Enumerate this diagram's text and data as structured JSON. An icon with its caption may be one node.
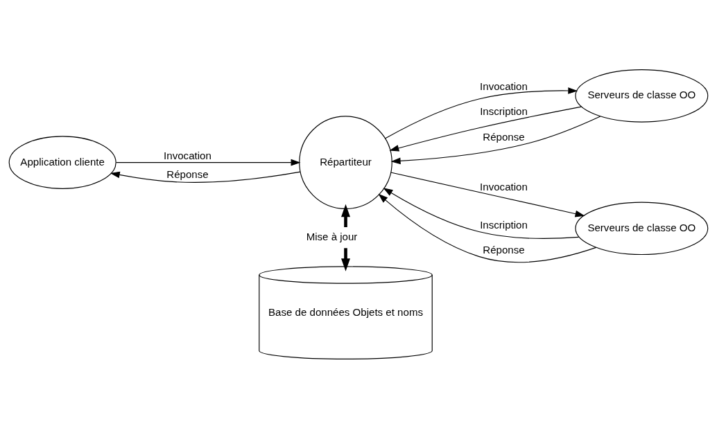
{
  "diagram": {
    "nodes": [
      {
        "text": [
          "Application cliente"
        ]
      },
      {
        "text": [
          "Répartiteur"
        ]
      },
      {
        "text": [
          "Serveurs de classe OO"
        ]
      },
      {
        "text": [
          "Serveurs de classe OO"
        ]
      },
      {
        "text": [
          "Base de données Objets et noms"
        ]
      }
    ],
    "edges": [
      {
        "from": 0,
        "to": 1,
        "arrow": "to",
        "label": "Invocation"
      },
      {
        "from": 1,
        "to": 0,
        "arrow": "to",
        "label": "Réponse"
      },
      {
        "from": 2,
        "to": 1,
        "arrow": "to",
        "label": "Inscription"
      },
      {
        "from": 1,
        "to": 2,
        "arrow": "to",
        "label": "Invocation"
      },
      {
        "from": 2,
        "to": 1,
        "arrow": "to",
        "label": "Réponse"
      },
      {
        "from": 3,
        "to": 1,
        "arrow": "to",
        "label": "Inscription"
      },
      {
        "from": 1,
        "to": 3,
        "arrow": "to",
        "label": "Invocation"
      },
      {
        "from": 3,
        "to": 1,
        "arrow": "to",
        "label": "Réponse"
      },
      {
        "from": 1,
        "to": 4,
        "arrow": "both",
        "label": "Mise à jour",
        "style": "thick"
      }
    ]
  }
}
